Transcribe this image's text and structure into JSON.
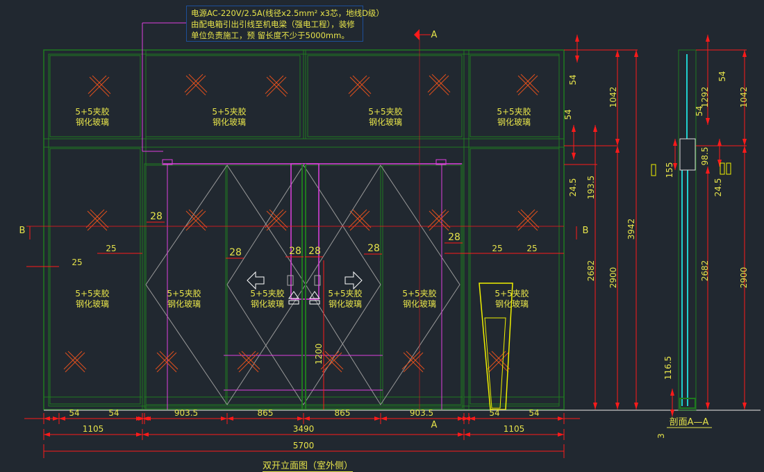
{
  "note": {
    "lines": [
      "电源AC-220V/2.5A(线径x2.5mm² x3芯，地线D级）",
      "由配电箱引出引线至机电梁（强电工程），装修",
      "单位负责施工，预 留长度不少于5000mm。"
    ]
  },
  "title": "双开立面图（室外侧）",
  "section_title": "剖面A—A",
  "glass_label": {
    "line1": "5+5夹胶",
    "line2": "钢化玻璃"
  },
  "section_marks": {
    "a_top": "A",
    "a_bottom": "A",
    "b_left": "B",
    "b_right": "B"
  },
  "dims": {
    "bottom_row1": [
      "54",
      "54",
      "903.5",
      "865",
      "865",
      "903.5",
      "54",
      "54"
    ],
    "bottom_row2": [
      "1105",
      "3490",
      "1105"
    ],
    "overall_width": "5700",
    "inner": [
      "28",
      "28",
      "28",
      "28",
      "28",
      "28",
      "25",
      "25",
      "25",
      "25",
      "1200"
    ],
    "right_vertical": [
      "54",
      "54",
      "24.5",
      "193.5",
      "1042",
      "2682",
      "2900",
      "3942"
    ],
    "section_vertical": [
      "1292",
      "54",
      "54",
      "98.5",
      "155",
      "24.5",
      "2682",
      "2900",
      "1042",
      "116.5",
      "3"
    ]
  },
  "colors": {
    "background": "#212830",
    "frame": "#1f7a1f",
    "dim": "#ff1a1a",
    "text": "#e6e34a",
    "magenta": "#e040e0",
    "cyan": "#20d0d0",
    "cross": "#e0501e"
  }
}
